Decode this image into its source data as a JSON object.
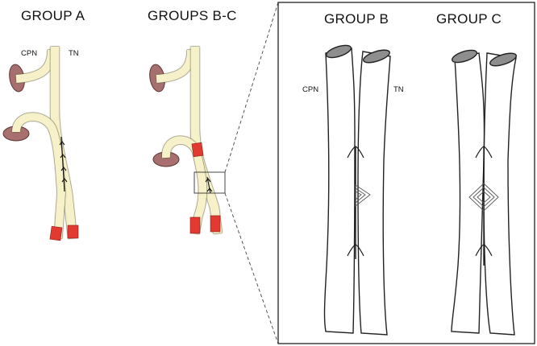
{
  "panels": {
    "group_a": {
      "title": "GROUP A",
      "label_cpn": "CPN",
      "label_tn": "TN"
    },
    "groups_bc": {
      "title": "GROUPS B-C"
    },
    "group_b": {
      "title": "GROUP B",
      "label_cpn": "CPN",
      "label_tn": "TN"
    },
    "group_c": {
      "title": "GROUP C"
    }
  },
  "colors": {
    "nerve_fill": "#f6f1c8",
    "nerve_stroke": "#5b5a3a",
    "muscle_fill": "#a86f6f",
    "muscle_stroke": "#5e3535",
    "cut_end": "#e23a31",
    "inset_stroke": "#222222",
    "cap_fill": "#8e8e8e"
  },
  "icons": [
    "suture-icon",
    "window-icon"
  ]
}
